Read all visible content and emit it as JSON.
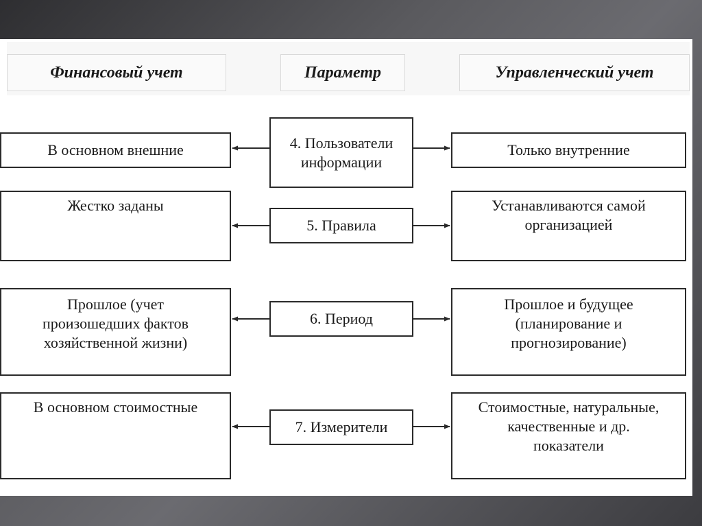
{
  "headers": {
    "left": "Финансовый учет",
    "center": "Параметр",
    "right": "Управленческий учет"
  },
  "rows": [
    {
      "param": "4. Пользователи\nинформации",
      "financial": "В основном внешние",
      "managerial": "Только внутренние"
    },
    {
      "param": "5. Правила",
      "financial": "Жестко заданы",
      "managerial": "Устанавливаются самой\nорганизацией"
    },
    {
      "param": "6. Период",
      "financial": "Прошлое (учет\nпроизошедших фактов\nхозяйственной жизни)",
      "managerial": "Прошлое и будущее\n(планирование и\nпрогнозирование)"
    },
    {
      "param": "7. Измерители",
      "financial": "В основном стоимостные",
      "managerial": "Стоимостные, натуральные,\nкачественные и др.\nпоказатели"
    }
  ]
}
